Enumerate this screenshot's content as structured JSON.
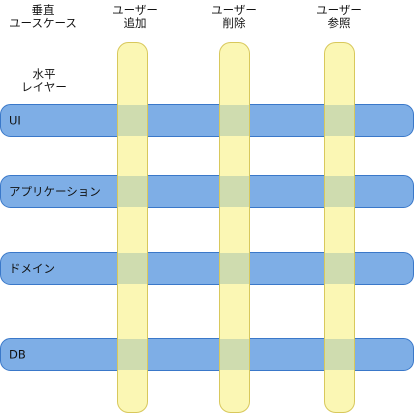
{
  "vertical_header": {
    "line1": "垂直",
    "line2": "ユースケース"
  },
  "horizontal_header": {
    "line1": "水平",
    "line2": "レイヤー"
  },
  "usecases": [
    {
      "line1": "ユーザー",
      "line2": "追加"
    },
    {
      "line1": "ユーザー",
      "line2": "削除"
    },
    {
      "line1": "ユーザー",
      "line2": "参照"
    }
  ],
  "layers": [
    {
      "label": "UI"
    },
    {
      "label": "アプリケーション"
    },
    {
      "label": "ドメイン"
    },
    {
      "label": "DB"
    }
  ],
  "colors": {
    "layer_fill": "#7eaee6",
    "layer_stroke": "#3a78c9",
    "usecase_fill": "#fbf7b4",
    "usecase_stroke": "#d8c85c",
    "overlap_fill": "#cfdcaf"
  }
}
